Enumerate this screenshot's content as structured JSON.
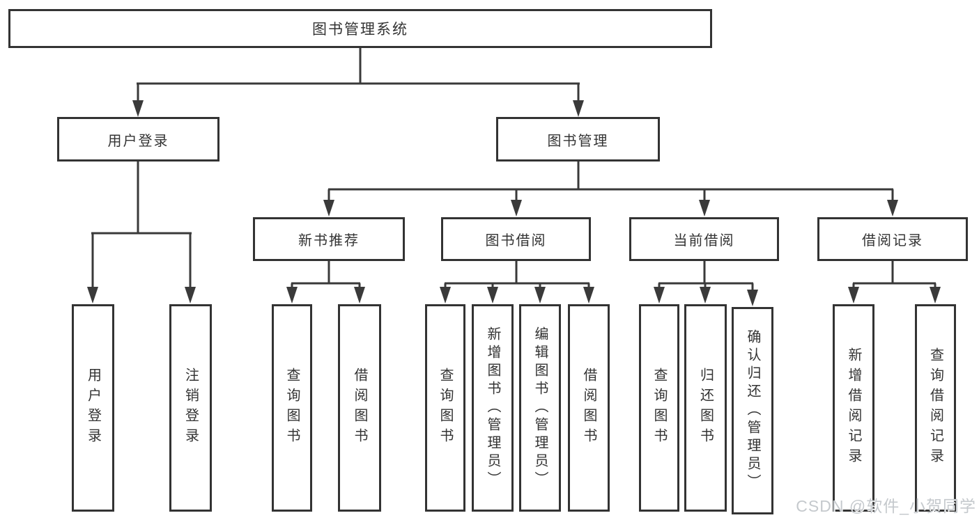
{
  "diagram": {
    "root": "图书管理系统",
    "branches": [
      {
        "label": "用户登录",
        "children": [
          "用户登录",
          "注销登录"
        ]
      },
      {
        "label": "图书管理",
        "children": [
          {
            "label": "新书推荐",
            "children": [
              "查询图书",
              "借阅图书"
            ]
          },
          {
            "label": "图书借阅",
            "children": [
              "查询图书",
              "新增图书（管理员）",
              "编辑图书（管理员）",
              "借阅图书"
            ]
          },
          {
            "label": "当前借阅",
            "children": [
              "查询图书",
              "归还图书",
              "确认归还（管理员）"
            ]
          },
          {
            "label": "借阅记录",
            "children": [
              "新增借阅记录",
              "查询借阅记录"
            ]
          }
        ]
      }
    ],
    "watermark": "CSDN @软件_小贺同学",
    "colors": {
      "line": "#3a3a3a",
      "border": "#333333",
      "text": "#333333",
      "watermark": "#c5c9cd",
      "background": "#ffffff"
    }
  }
}
